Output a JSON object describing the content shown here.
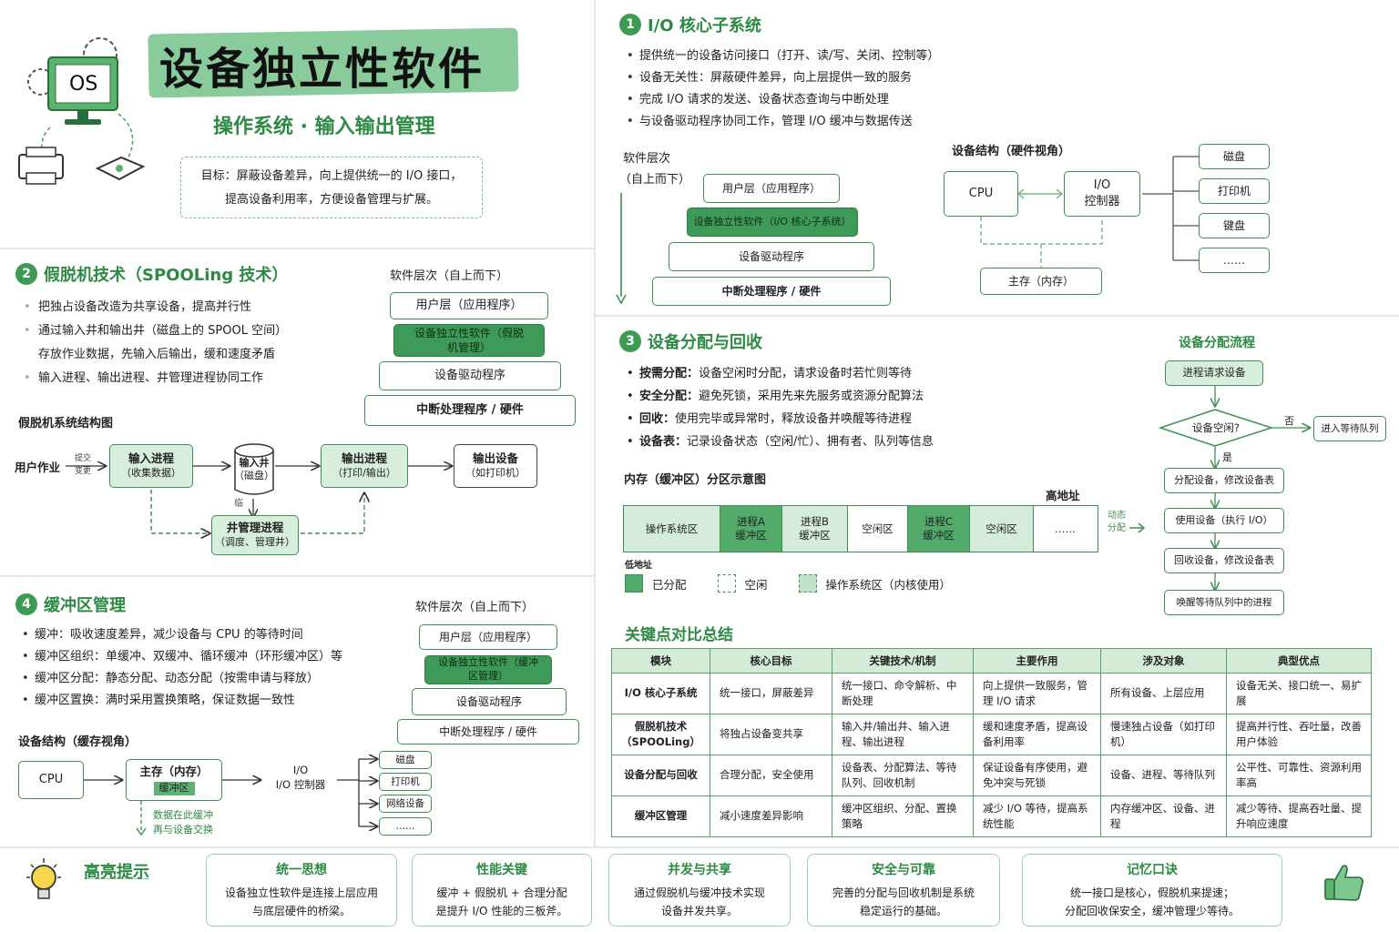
{
  "header": {
    "title": "设备独立性软件",
    "subtitle": "操作系统 · 输入输出管理",
    "goal_line1": "目标：屏蔽设备差异，向上提供统一的 I/O 接口，",
    "goal_line2": "提高设备利用率，方便设备管理与扩展。",
    "os_label": "OS"
  },
  "s1": {
    "num": "1",
    "title": "I/O 核心子系统",
    "bullets": [
      "提供统一的设备访问接口（打开、读/写、关闭、控制等）",
      "设备无关性：屏蔽硬件差异，向上层提供一致的服务",
      "完成 I/O 请求的发送、设备状态查询与中断处理",
      "与设备驱动程序协同工作，管理 I/O 缓冲与数据传送"
    ],
    "layers_title": "软件层次",
    "layers_sub": "（自上而下）",
    "layers": [
      "用户层（应用程序）",
      "设备独立性软件（I/O 核心子系统）",
      "设备驱动程序",
      "中断处理程序 / 硬件"
    ],
    "hw_title": "设备结构（硬件视角）",
    "cpu": "CPU",
    "ctrl_line1": "I/O",
    "ctrl_line2": "控制器",
    "mem": "主存（内存）",
    "devices": [
      "磁盘",
      "打印机",
      "键盘",
      "……"
    ]
  },
  "s2": {
    "num": "2",
    "title": "假脱机技术（SPOOLing 技术）",
    "bullets": [
      "把独占设备改造为共享设备，提高并行性",
      "通过输入井和输出井（磁盘上的 SPOOL 空间）",
      "存放作业数据，先输入后输出，缓和速度矛盾",
      "输入进程、输出进程、井管理进程协同工作"
    ],
    "layers_title": "软件层次（自上而下）",
    "layers": [
      "用户层（应用程序）",
      "设备独立性软件（假脱机管理）",
      "设备驱动程序",
      "中断处理程序 / 硬件"
    ],
    "struct_title": "假脱机系统结构图",
    "user_job": "用户作业",
    "submit_line1": "提交",
    "submit_line2": "变更",
    "input_proc": "输入进程",
    "input_sub": "（收集数据）",
    "well": "输入井",
    "well_sub": "（磁盘）",
    "output_proc": "输出进程",
    "output_sub": "（打印/输出）",
    "output_dev": "输出设备",
    "output_dev_sub": "（如打印机）",
    "mgr": "井管理进程",
    "mgr_sub": "（调度、管理井）",
    "squiggle": "临"
  },
  "s3": {
    "num": "3",
    "title": "设备分配与回收",
    "bullets": [
      [
        "按需分配：",
        "设备空闲时分配，请求设备时若忙则等待"
      ],
      [
        "安全分配：",
        "避免死锁，采用先来先服务或资源分配算法"
      ],
      [
        "回收：",
        "使用完毕或异常时，释放设备并唤醒等待进程"
      ],
      [
        "设备表：",
        "记录设备状态（空闲/忙）、拥有者、队列等信息"
      ]
    ],
    "mem_title": "内存（缓冲区）分区示意图",
    "high": "高地址",
    "low": "低地址",
    "cells": [
      [
        "操作系统区",
        ""
      ],
      [
        "进程A",
        "缓冲区"
      ],
      [
        "进程B",
        "缓冲区"
      ],
      [
        "空闲区",
        ""
      ],
      [
        "进程C",
        "缓冲区"
      ],
      [
        "空闲区",
        ""
      ],
      [
        "……",
        ""
      ]
    ],
    "dyn_line1": "动态",
    "dyn_line2": "分配",
    "legend": [
      "已分配",
      "空闲",
      "操作系统区（内核使用）"
    ],
    "flow_title": "设备分配流程",
    "flow": [
      "进程请求设备",
      "设备空闲?",
      "分配设备，修改设备表",
      "使用设备（执行 I/O）",
      "回收设备，修改设备表",
      "唤醒等待队列中的进程"
    ],
    "flow_no": "否",
    "flow_yes": "是",
    "flow_wait": "进入等待队列"
  },
  "s4": {
    "num": "4",
    "title": "缓冲区管理",
    "bullets": [
      "缓冲：吸收速度差异，减少设备与 CPU 的等待时间",
      "缓冲区组织：单缓冲、双缓冲、循环缓冲（环形缓冲区）等",
      "缓冲区分配：静态分配、动态分配（按需申请与释放）",
      "缓冲区置换：满时采用置换策略，保证数据一致性"
    ],
    "layers_title": "软件层次（自上而下）",
    "layers": [
      "用户层（应用程序）",
      "设备独立性软件（缓冲区管理）",
      "设备驱动程序",
      "中断处理程序 / 硬件"
    ],
    "hw_title": "设备结构（缓存视角）",
    "cpu": "CPU",
    "mem": "主存（内存）",
    "buf": "缓冲区",
    "ctrl_line1": "I/O",
    "ctrl_line2": "I/O 控制器",
    "devices": [
      "磁盘",
      "打印机",
      "网络设备",
      "……"
    ],
    "note_line1": "数据在此缓冲",
    "note_line2": "再与设备交换"
  },
  "summary": {
    "title": "关键点对比总结",
    "headers": [
      "模块",
      "核心目标",
      "关键技术/机制",
      "主要作用",
      "涉及对象",
      "典型优点"
    ],
    "rows": [
      [
        "I/O 核心子系统",
        "统一接口，屏蔽差异",
        "统一接口、命令解析、中断处理",
        "向上提供一致服务，管理 I/O 请求",
        "所有设备、上层应用",
        "设备无关、接口统一、易扩展"
      ],
      [
        "假脱机技术（SPOOLing）",
        "将独占设备变共享",
        "输入井/输出井、输入进程、输出进程",
        "缓和速度矛盾，提高设备利用率",
        "慢速独占设备（如打印机）",
        "提高并行性、吞吐量，改善用户体验"
      ],
      [
        "设备分配与回收",
        "合理分配，安全使用",
        "设备表、分配算法、等待队列、回收机制",
        "保证设备有序使用，避免冲突与死锁",
        "设备、进程、等待队列",
        "公平性、可靠性、资源利用率高"
      ],
      [
        "缓冲区管理",
        "减小速度差异影响",
        "缓冲区组织、分配、置换策略",
        "减少 I/O 等待，提高系统性能",
        "内存缓冲区、设备、进程",
        "减少等待、提高吞吐量、提升响应速度"
      ]
    ]
  },
  "tips": {
    "title": "高亮提示",
    "items": [
      {
        "t": "统一思想",
        "c1": "设备独立性软件是连接上层应用",
        "c2": "与底层硬件的桥梁。"
      },
      {
        "t": "性能关键",
        "c1": "缓冲 + 假脱机 + 合理分配",
        "c2": "是提升 I/O 性能的三板斧。"
      },
      {
        "t": "并发与共享",
        "c1": "通过假脱机与缓冲技术实现",
        "c2": "设备并发共享。"
      },
      {
        "t": "安全与可靠",
        "c1": "完善的分配与回收机制是系统",
        "c2": "稳定运行的基础。"
      },
      {
        "t": "记忆口诀",
        "c1": "统一接口是核心，假脱机来提速；",
        "c2": "分配回收保安全，缓冲管理少等待。"
      }
    ]
  }
}
